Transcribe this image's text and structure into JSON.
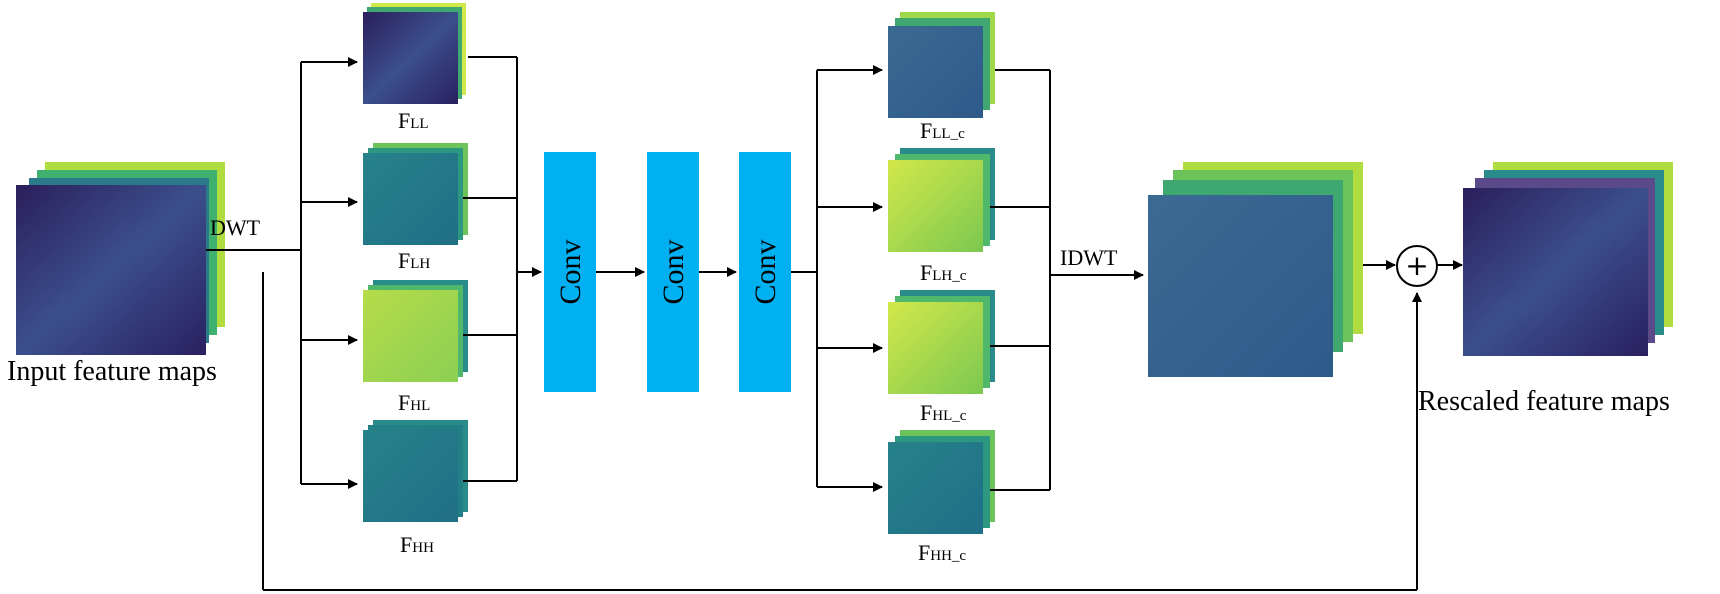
{
  "input_label": "Input feature maps",
  "output_label": "Rescaled feature maps",
  "dwt_label": "DWT",
  "idwt_label": "IDWT",
  "conv_label": "Conv",
  "sum_symbol": "+",
  "subbands_in": [
    {
      "main": "F",
      "sub": "LL"
    },
    {
      "main": "F",
      "sub": "LH"
    },
    {
      "main": "F",
      "sub": "HL"
    },
    {
      "main": "F",
      "sub": "HH"
    }
  ],
  "subbands_out": [
    {
      "main": "F",
      "sub": "LL_c"
    },
    {
      "main": "F",
      "sub": "LH_c"
    },
    {
      "main": "F",
      "sub": "HL_c"
    },
    {
      "main": "F",
      "sub": "HH_c"
    }
  ],
  "colors": {
    "conv_block": "#00b0f0",
    "feature_dark": "#3b2a6b",
    "feature_teal": "#2a8c8a",
    "feature_green": "#6cc35a",
    "feature_yellow": "#c8e04a",
    "feature_blue": "#3a5f8f"
  }
}
